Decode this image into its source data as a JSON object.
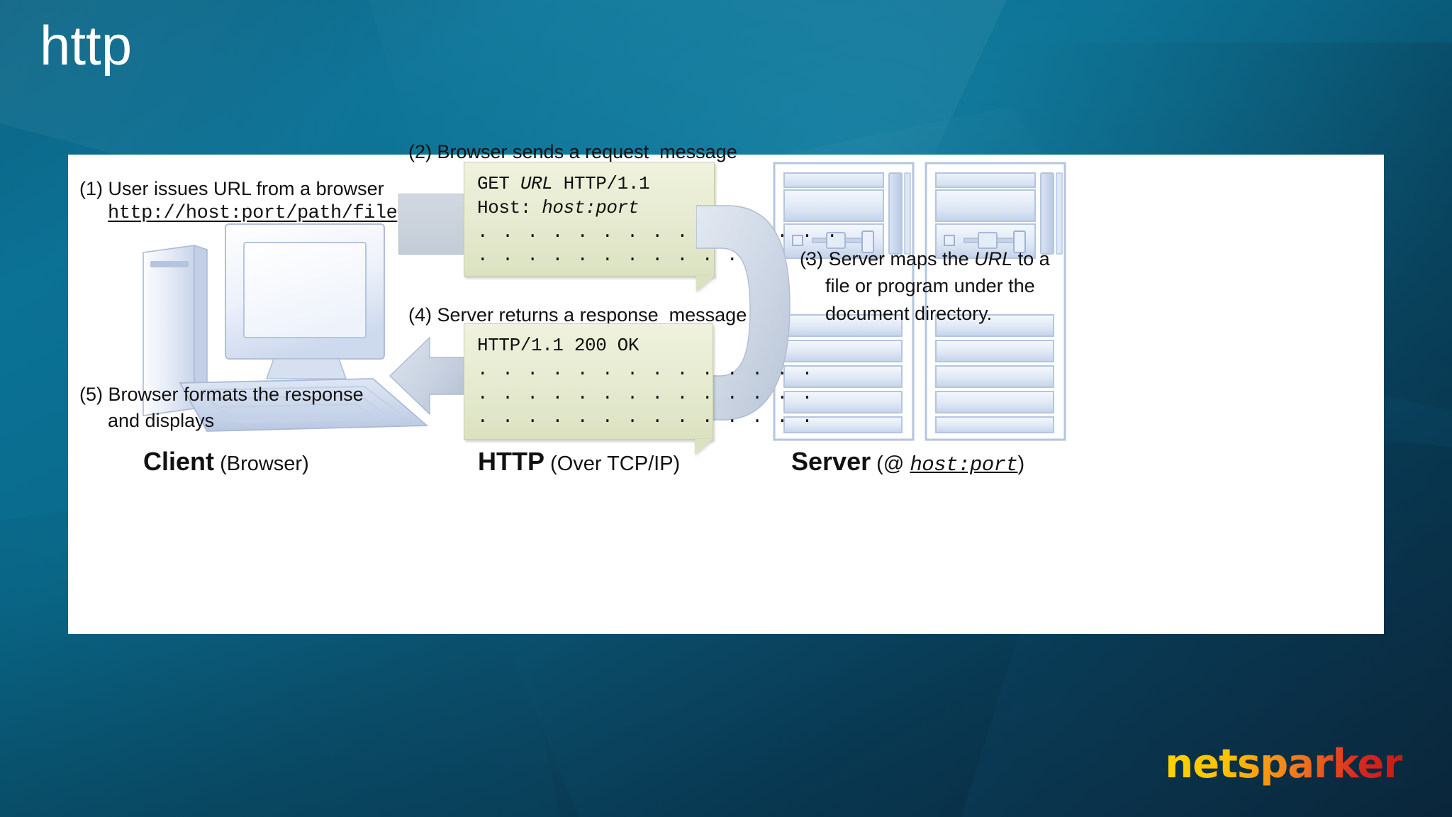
{
  "slide": {
    "title": "http",
    "background_color": "#0a6b8d"
  },
  "diagram": {
    "steps": {
      "step1_line1": "(1) User issues URL from a browser",
      "step1_url": "http://host:port/path/file",
      "step2": "(2) Browser sends a request  message",
      "step3_line1": "(3) Server maps the ",
      "step3_url": "URL",
      "step3_line1b": " to a",
      "step3_line2": "file or program under the",
      "step3_line3": "document directory.",
      "step4": "(4) Server returns a response  message",
      "step5_line1": "(5) Browser formats the response",
      "step5_line2": "and displays"
    },
    "request_message": {
      "line1_method": "GET ",
      "line1_url": "URL",
      "line1_version": " HTTP/1.1",
      "line2_header": "Host: ",
      "line2_value": "host:port",
      "line3": ". . . . . . . . . . . . . . .",
      "line4": ". . . . . . . . . . . . . . ."
    },
    "response_message": {
      "line1": "HTTP/1.1 200 OK",
      "line2": ". . . . . . . . . . . . . .",
      "line3": ". . . . . . . . . . . . . .",
      "line4": ". . . . . . . . . . . . . ."
    },
    "captions": {
      "client_bold": "Client",
      "client_sub": " (Browser)",
      "http_bold": "HTTP",
      "http_sub": " (Over TCP/IP)",
      "server_bold": "Server",
      "server_sub_open": " (@ ",
      "server_sub_host": "host:port",
      "server_sub_close": ")"
    }
  },
  "branding": {
    "logo_text": "netsparker",
    "logo_gradient_start": "#ffd400",
    "logo_gradient_end": "#c31a16"
  }
}
